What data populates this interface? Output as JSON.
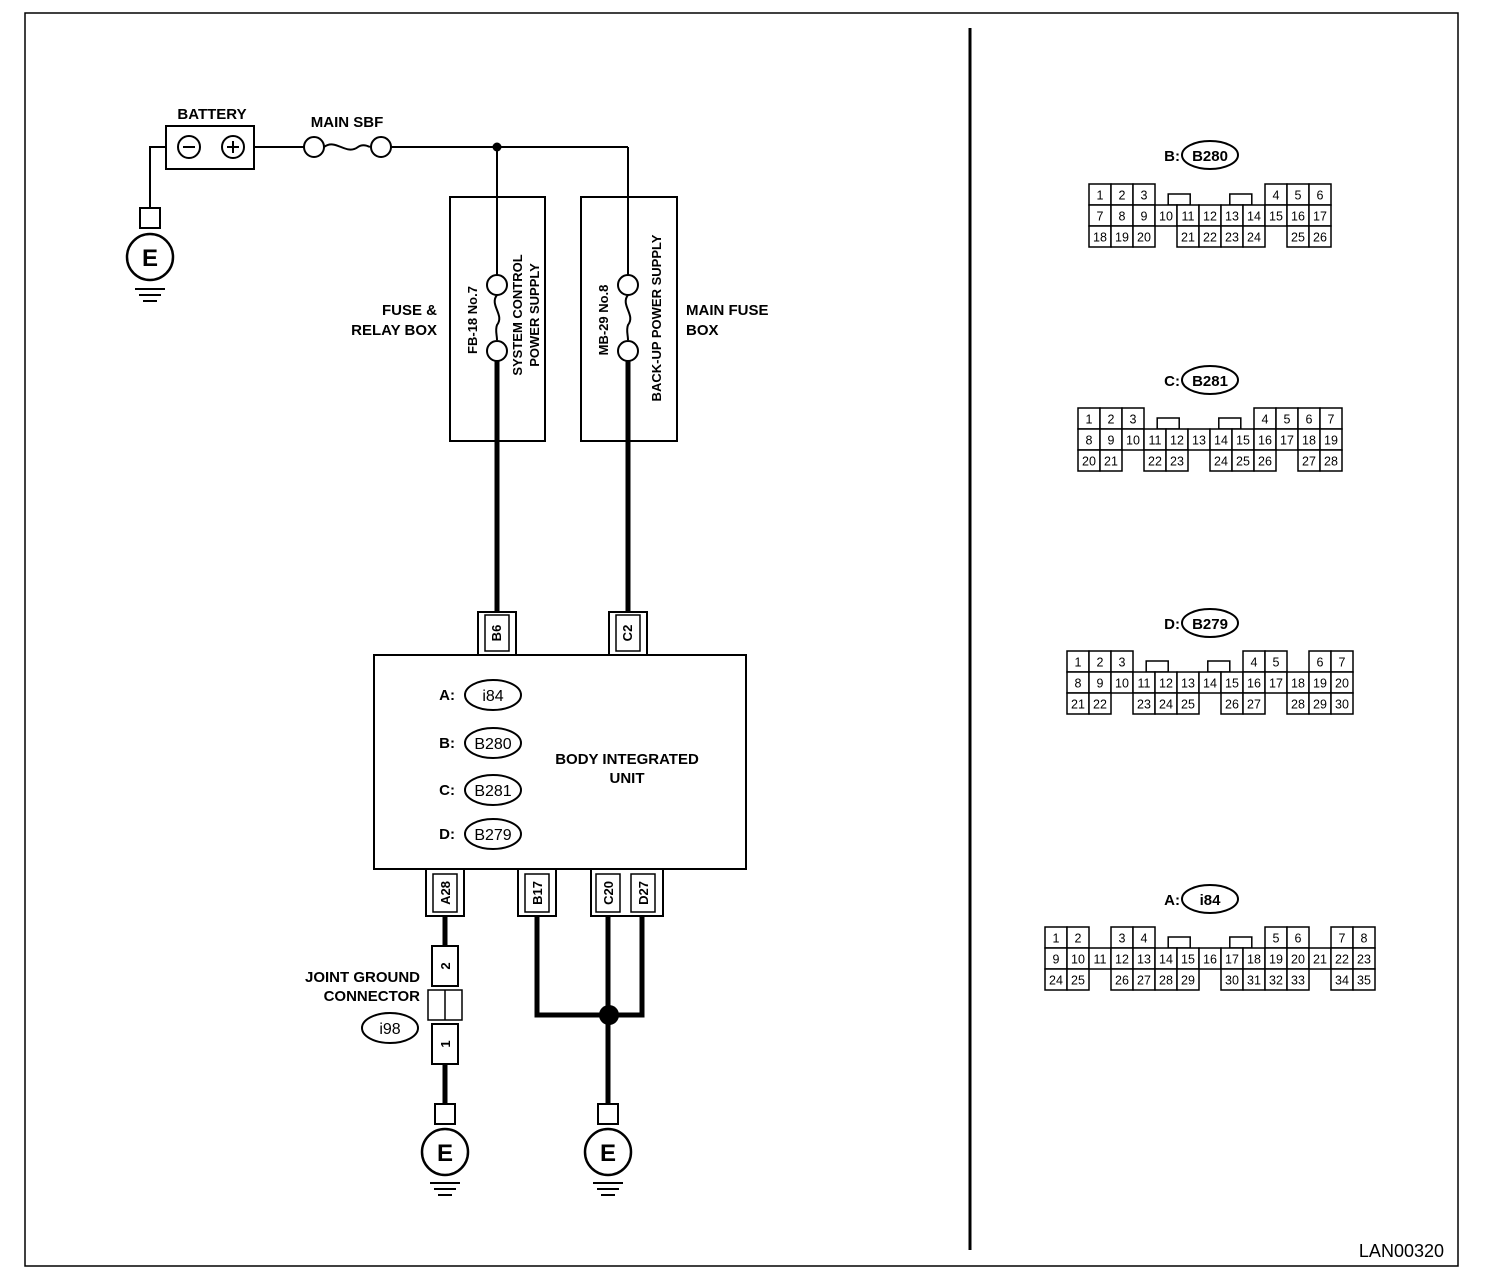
{
  "battery": {
    "label": "BATTERY",
    "minus": "⊖",
    "plus": "⊕"
  },
  "main_sbf": {
    "label": "MAIN SBF"
  },
  "fuse_relay_box": {
    "label_line1": "FUSE &",
    "label_line2": "RELAY BOX",
    "fuse_id": "FB-18 No.7",
    "desc_line1": "SYSTEM CONTROL",
    "desc_line2": "POWER SUPPLY"
  },
  "main_fuse_box": {
    "label_line1": "MAIN FUSE",
    "label_line2": "BOX",
    "fuse_id": "MB-29 No.8",
    "desc": "BACK-UP POWER SUPPLY"
  },
  "bcm": {
    "title_line1": "BODY INTEGRATED",
    "title_line2": "UNIT",
    "connectors": [
      {
        "prefix": "A:",
        "code": "i84"
      },
      {
        "prefix": "B:",
        "code": "B280"
      },
      {
        "prefix": "C:",
        "code": "B281"
      },
      {
        "prefix": "D:",
        "code": "B279"
      }
    ],
    "top_terminals": [
      "B6",
      "C2"
    ],
    "bottom_terminals": [
      "A28",
      "B17",
      "C20",
      "D27"
    ]
  },
  "joint_ground": {
    "label_line1": "JOINT GROUND",
    "label_line2": "CONNECTOR",
    "code": "i98",
    "pin_top": "2",
    "pin_bottom": "1"
  },
  "ground_symbol": "E",
  "connector_views": [
    {
      "prefix": "B:",
      "code": "B280",
      "rows": [
        [
          "1",
          "2",
          "3",
          "",
          "",
          "",
          "",
          "",
          "4",
          "5",
          "6"
        ],
        [
          "7",
          "8",
          "9",
          "10",
          "11",
          "12",
          "13",
          "14",
          "15",
          "16",
          "17"
        ],
        [
          "18",
          "19",
          "20",
          "",
          "21",
          "22",
          "23",
          "24",
          "",
          "25",
          "26"
        ]
      ]
    },
    {
      "prefix": "C:",
      "code": "B281",
      "rows": [
        [
          "1",
          "2",
          "3",
          "",
          "",
          "",
          "",
          "",
          "4",
          "5",
          "6",
          "7"
        ],
        [
          "8",
          "9",
          "10",
          "11",
          "12",
          "13",
          "14",
          "15",
          "16",
          "17",
          "18",
          "19"
        ],
        [
          "20",
          "21",
          "",
          "22",
          "23",
          "",
          "24",
          "25",
          "26",
          "",
          "27",
          "28"
        ]
      ]
    },
    {
      "prefix": "D:",
      "code": "B279",
      "rows": [
        [
          "1",
          "2",
          "3",
          "",
          "",
          "",
          "",
          "",
          "4",
          "5",
          "",
          "6",
          "7"
        ],
        [
          "8",
          "9",
          "10",
          "11",
          "12",
          "13",
          "14",
          "15",
          "16",
          "17",
          "18",
          "19",
          "20"
        ],
        [
          "21",
          "22",
          "",
          "23",
          "24",
          "25",
          "",
          "26",
          "27",
          "",
          "28",
          "29",
          "30"
        ]
      ]
    },
    {
      "prefix": "A:",
      "code": "i84",
      "rows": [
        [
          "1",
          "2",
          "",
          "3",
          "4",
          "",
          "",
          "",
          "",
          "",
          "5",
          "6",
          "",
          "7",
          "8"
        ],
        [
          "9",
          "10",
          "11",
          "12",
          "13",
          "14",
          "15",
          "16",
          "17",
          "18",
          "19",
          "20",
          "21",
          "22",
          "23"
        ],
        [
          "24",
          "25",
          "",
          "26",
          "27",
          "28",
          "29",
          "",
          "30",
          "31",
          "32",
          "33",
          "",
          "34",
          "35"
        ]
      ]
    }
  ],
  "figure_code": "LAN00320"
}
